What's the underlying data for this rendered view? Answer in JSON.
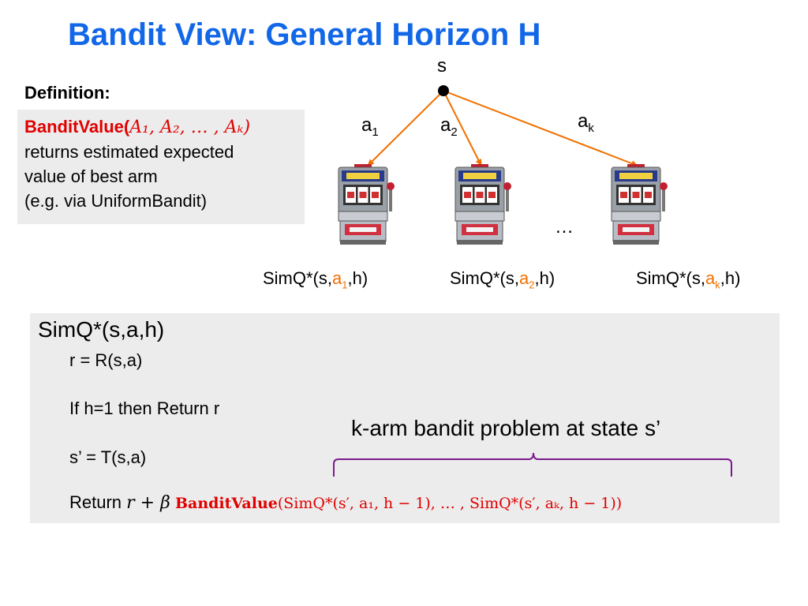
{
  "title": "Bandit View: General Horizon H",
  "definition": {
    "label": "Definition:",
    "function_name": "BanditValue(",
    "function_args": "A₁, A₂, … , Aₖ)",
    "line1": "returns estimated expected",
    "line2": "value of best arm",
    "line3": "(e.g. via UniformBandit)"
  },
  "tree": {
    "root_label": "s",
    "actions": [
      {
        "base": "a",
        "sub": "1"
      },
      {
        "base": "a",
        "sub": "2"
      },
      {
        "base": "a",
        "sub": "k"
      }
    ],
    "ellipsis": "…",
    "simq_labels": [
      {
        "prefix": "SimQ*(s,",
        "arm": "a",
        "sub": "1",
        "suffix": ",h)"
      },
      {
        "prefix": "SimQ*(s,",
        "arm": "a",
        "sub": "2",
        "suffix": ",h)"
      },
      {
        "prefix": "SimQ*(s,",
        "arm": "a",
        "sub": "k",
        "suffix": ",h)"
      }
    ],
    "colors": {
      "arrow": "#f07000",
      "node": "#000000"
    }
  },
  "algorithm": {
    "header": "SimQ*(s,a,h)",
    "line_reward": "r = R(s,a)",
    "line_if": "If h=1 then Return r",
    "line_next": "s’ = T(s,a)",
    "return_word": "Return",
    "return_math": "r + β",
    "bandit_fn": "BanditValue",
    "bandit_args": "(SimQ*(s′, a₁, h − 1), … , SimQ*(s′, aₖ, h − 1))"
  },
  "annotation": {
    "text": "k-arm bandit problem at state s’",
    "brace_color": "#7a1a8c"
  },
  "colors": {
    "title": "#1167e8",
    "highlight_red": "#e00000",
    "highlight_orange": "#f07000",
    "box_background": "#ececec"
  }
}
